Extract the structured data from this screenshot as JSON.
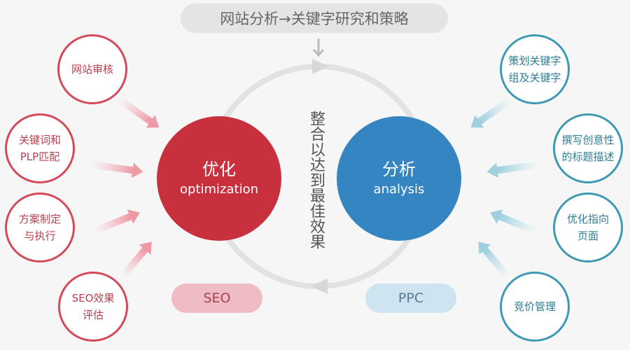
{
  "header": {
    "title": "网站分析→关键字研究和策略"
  },
  "center": {
    "vertical_text": "整合以达到最佳效果"
  },
  "optimization": {
    "zh": "优化",
    "en": "optimization",
    "color": "#c8303e",
    "tag": "SEO"
  },
  "analysis": {
    "zh": "分析",
    "en": "analysis",
    "color": "#3585c3",
    "tag": "PPC"
  },
  "left_items": [
    "网站审核",
    "关键词和\nPLP匹配",
    "方案制定\n与执行",
    "SEO效果\n评估"
  ],
  "right_items": [
    "策划关键字\n组及关键字",
    "撰写创意性\n的标题描述",
    "优化指向\n页面",
    "竞价管理"
  ]
}
